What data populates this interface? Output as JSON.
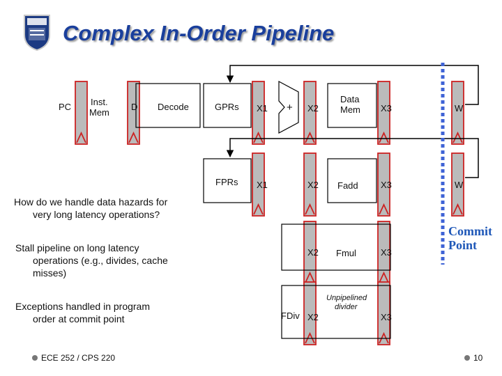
{
  "title": "Complex In-Order Pipeline",
  "labels": {
    "pc": "PC",
    "inst_mem_1": "Inst.",
    "inst_mem_2": "Mem",
    "d": "D",
    "decode": "Decode",
    "gprs": "GPRs",
    "fprs": "FPRs",
    "x1_int": "X1",
    "plus": "+",
    "x2_int": "X2",
    "data_mem_1": "Data",
    "data_mem_2": "Mem",
    "x3_int": "X3",
    "w_int": "W",
    "x1_fp": "X1",
    "x2_fadd": "X2",
    "fadd": "Fadd",
    "x3_fadd": "X3",
    "w_fp": "W",
    "x2_fmul": "X2",
    "fmul": "Fmul",
    "x3_fmul": "X3",
    "fdiv": "FDiv",
    "x2_fdiv": "X2",
    "unpipelined_1": "Unpipelined",
    "unpipelined_2": "divider",
    "x3_fdiv": "X3",
    "commit_1": "Commit",
    "commit_2": "Point"
  },
  "question": {
    "line1": "How do we handle data hazards for",
    "line2": "very long latency operations?"
  },
  "bullets": {
    "stall_1": "Stall pipeline on long latency",
    "stall_2": "operations (e.g., divides, cache",
    "stall_3": "misses)",
    "exc_1": "Exceptions handled in program",
    "exc_2": "order at commit point"
  },
  "footer": {
    "course": "ECE 252 / CPS 220",
    "page": "10"
  },
  "colors": {
    "title": "#1a3f9c",
    "latch": "#cc2222",
    "latch_fill": "#bbbbbb",
    "commit": "#1f58b8"
  }
}
